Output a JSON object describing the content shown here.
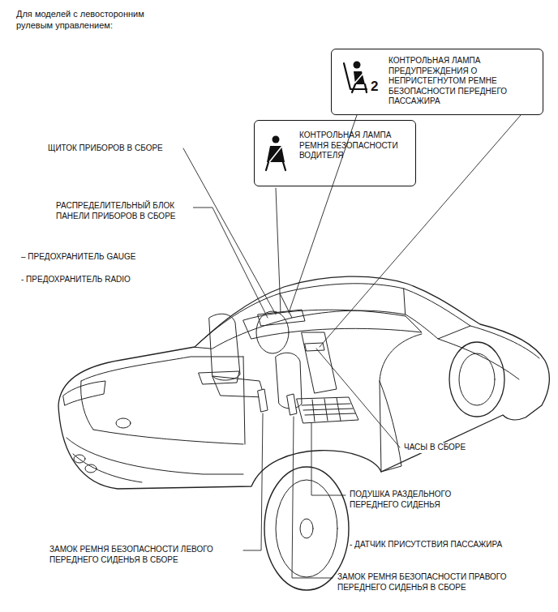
{
  "diagram": {
    "title": "Для моделей с левосторонним рулевым управлением:",
    "nodes": [
      {
        "text": [
          "2",
          "КОНТРОЛЬНАЯ ЛАМПА ПРЕДУПРЕЖДЕНИЯ О НЕПРИСТЕГНУТОМ РЕМНЕ БЕЗОПАСНОСТИ ПЕРЕДНЕГО ПАССАЖИРА"
        ]
      },
      {
        "text": [
          "КОНТРОЛЬНАЯ ЛАМПА РЕМНЯ БЕЗОПАСНОСТИ ВОДИТЕЛЯ"
        ]
      }
    ],
    "labels": [
      "ЩИТОК ПРИБОРОВ В СБОРЕ",
      "РАСПРЕДЕЛИТЕЛЬНЫЙ БЛОК ПАНЕЛИ ПРИБОРОВ В СБОРЕ",
      "– ПРЕДОХРАНИТЕЛЬ GAUGE",
      "- ПРЕДОХРАНИТЕЛЬ RADIO",
      "ЧАСЫ В СБОРЕ",
      "ПОДУШКА РАЗДЕЛЬНОГО ПЕРЕДНЕГО СИДЕНЬЯ",
      "- ДАТЧИК ПРИСУТСТВИЯ ПАССАЖИРА",
      "ЗАМОК РЕМНЯ БЕЗОПАСНОСТИ ЛЕВОГО ПЕРЕДНЕГО СИДЕНЬЯ В СБОРЕ",
      "ЗАМОК РЕМНЯ БЕЗОПАСНОСТИ ПРАВОГО ПЕРЕДНЕГО СИДЕНЬЯ В СБОРЕ"
    ]
  }
}
